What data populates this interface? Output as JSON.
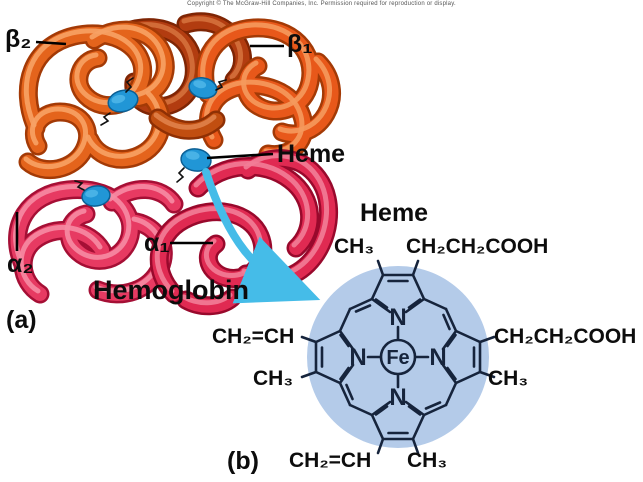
{
  "copyright": "Copyright © The McGraw-Hill Companies, Inc. Permission required for reproduction or display.",
  "panel_a": {
    "label": "(a)",
    "title": "Hemoglobin",
    "subunits": {
      "beta2": "β₂",
      "beta1": "β₁",
      "alpha2": "α₂",
      "alpha1": "α₁"
    },
    "heme_pointer_label": "Heme",
    "heme_disc_count": 4
  },
  "panel_b": {
    "label": "(b)",
    "title": "Heme",
    "center_atom": "Fe",
    "nitrogen": "N",
    "substituents": {
      "top_left": "CH₃",
      "top_right": "CH₂CH₂COOH",
      "right_top": "CH₂CH₂COOH",
      "right_bottom": "CH₃",
      "left_top": "CH₂=CH",
      "left_bottom": "CH₃",
      "bottom_left": "CH₂=CH",
      "bottom_right": "CH₃"
    }
  },
  "colors": {
    "beta_subunit_orange": "#e4641c",
    "beta1_subunit_orange": "#e8581a",
    "back_coil_dark_orange": "#b23c10",
    "alpha_subunit_pink": "#e73a62",
    "alpha1_subunit_crimson": "#e02a52",
    "heme_disc_blue": "#2196d6",
    "heme_circle_blue": "#b4cbe9",
    "zoom_arrow_blue": "#45bce8",
    "structure_line_navy": "#16243c",
    "background": "#ffffff"
  }
}
